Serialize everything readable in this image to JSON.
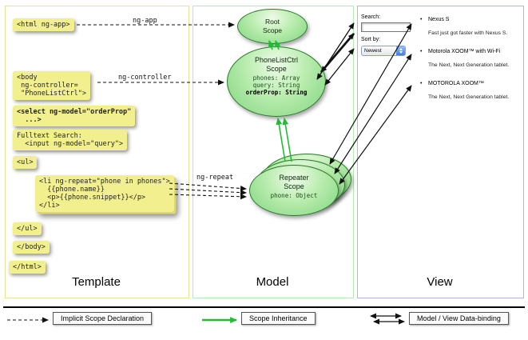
{
  "columns": {
    "template": {
      "label": "Template"
    },
    "model": {
      "label": "Model"
    },
    "view": {
      "label": "View"
    }
  },
  "template": {
    "snippets": [
      {
        "code": "<html ng-app>"
      },
      {
        "code": "<body\n ng-controller=\n \"PhoneListCtrl\">"
      },
      {
        "code": "<select ng-model=\"orderProp\"\n  ...>"
      },
      {
        "code": "Fulltext Search:\n  <input ng-model=\"query\">"
      },
      {
        "code": "<ul>"
      },
      {
        "code": "<li ng-repeat=\"phone in phones\">\n  {{phone.name}}\n  <p>{{phone.snippet}}</p>\n</li>"
      },
      {
        "code": "</ul>"
      },
      {
        "code": "</body>"
      },
      {
        "code": "</html>"
      }
    ]
  },
  "model": {
    "root_scope": {
      "title": "Root\nScope"
    },
    "phonelist_scope": {
      "title": "PhoneListCtrl\nScope",
      "props": "phones: Array\nquery: String",
      "bold_prop": "orderProp: String"
    },
    "repeater_scope": {
      "title": "Repeater\nScope",
      "props": "phone: Object"
    }
  },
  "arrows": {
    "ng_app_label": "ng-app",
    "ng_controller_label": "ng-controller",
    "ng_repeat_label": "ng-repeat"
  },
  "view": {
    "search_label": "Search:",
    "sort_label": "Sort by:",
    "sort_selected": "Newest",
    "items": [
      {
        "name": "Nexus S",
        "desc": "Fast just got faster with Nexus S."
      },
      {
        "name": "Motorola XOOM™ with Wi-Fi",
        "desc": "The Next, Next Generation tablet."
      },
      {
        "name": "MOTOROLA XOOM™",
        "desc": "The Next, Next Generation tablet."
      }
    ]
  },
  "legend": [
    {
      "label": "Implicit Scope Declaration"
    },
    {
      "label": "Scope Inheritance"
    },
    {
      "label": "Model / View Data-binding"
    }
  ],
  "icons": {
    "bullet": "•"
  },
  "colors": {
    "code_bg": "#f2ef8e",
    "template_border": "#e6e29a",
    "model_border": "#b5ecb5",
    "view_border": "#b3b3ea",
    "scope_fill_light": "#eefbe8",
    "scope_fill_dark": "#7fd57f",
    "scope_border": "#2a7a2a",
    "inheritance_green": "#22bb33",
    "arrow_black": "#111111"
  }
}
